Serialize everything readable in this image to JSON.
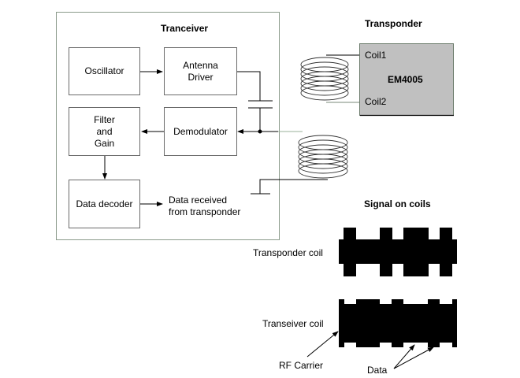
{
  "transceiver": {
    "title": "Tranceiver",
    "blocks": {
      "oscillator": "Oscillator",
      "antenna_driver_line1": "Antenna",
      "antenna_driver_line2": "Driver",
      "filter_gain_line1": "Filter",
      "filter_gain_line2": "and",
      "filter_gain_line3": "Gain",
      "demodulator": "Demodulator",
      "data_decoder": "Data decoder"
    },
    "output_label_line1": "Data received",
    "output_label_line2": "from transponder"
  },
  "transponder": {
    "title": "Transponder",
    "chip": "EM4005",
    "pin1": "Coil1",
    "pin2": "Coil2",
    "chip_color": "#c0c0c0"
  },
  "signals": {
    "title": "Signal on coils",
    "transponder_coil_label": "Transponder coil",
    "transceiver_coil_label": "Transeiver coil",
    "rf_carrier_label": "RF Carrier",
    "data_label": "Data"
  }
}
